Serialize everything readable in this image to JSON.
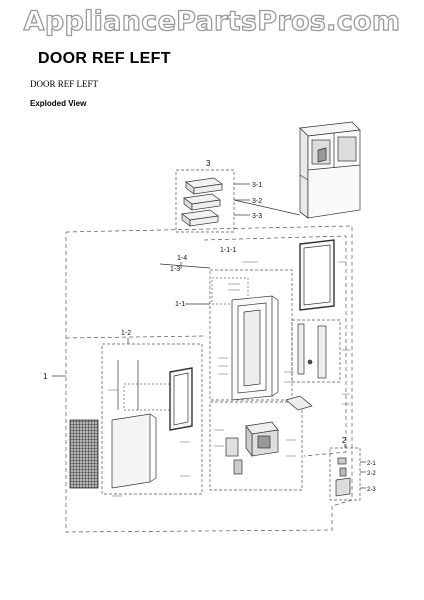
{
  "watermark": "AppliancePartsPros.com",
  "header": {
    "title": "DOOR REF LEFT",
    "subtitle": "DOOR REF LEFT",
    "view_label": "Exploded View"
  },
  "callouts": {
    "c1": "1",
    "c2": "2",
    "c3": "3",
    "c1_1": "1-1",
    "c1_2": "1-2",
    "c1_3": "1-3",
    "c1_4": "1-4",
    "c1_1_1": "1-1-1",
    "c3_1": "3-1",
    "c3_2": "3-2",
    "c3_3": "3-3",
    "c2_1": "2-1",
    "c2_2": "2-2",
    "c2_3": "2-3"
  },
  "colors": {
    "line": "#333333",
    "dash": "#555555",
    "watermark_stroke": "#9a9a9a",
    "fill_light": "#f2f2f2"
  }
}
